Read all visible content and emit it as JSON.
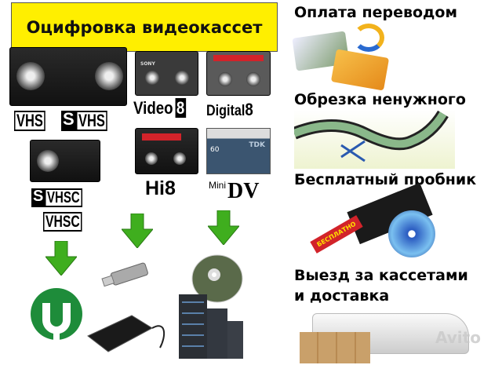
{
  "banner": {
    "title": "Оцифровка видеокассет",
    "color": "#ffef00"
  },
  "formats": {
    "vhs": "VHS",
    "svhs_s": "S",
    "svhs": "VHS",
    "video8": "Video",
    "video8_num": "8",
    "digital8": "Digital",
    "digital8_num": "8",
    "hi8": "Hi8",
    "minidv_mini": "Mini",
    "minidv": "DV",
    "svhsc_s": "S",
    "svhsc": "VHSC",
    "vhsc": "VHSC",
    "sony": "SONY",
    "tdk": "TDK",
    "tape_length": "60"
  },
  "services": {
    "payment": "Оплата переводом",
    "trimming": "Обрезка ненужного",
    "free_sample": "Бесплатный пробник",
    "free_tag": "БЕСПЛАТНО",
    "pickup_line1": "Выезд за кассетами",
    "pickup_line2": "и доставка"
  },
  "outputs": [
    "torrent-icon",
    "usb-flash-drive-icon",
    "dvd-disc-icon",
    "external-hdd-icon",
    "server-icon"
  ],
  "watermark": "Avito",
  "colors": {
    "arrow": "#3fae1e",
    "torrent": "#1e8c3a"
  }
}
